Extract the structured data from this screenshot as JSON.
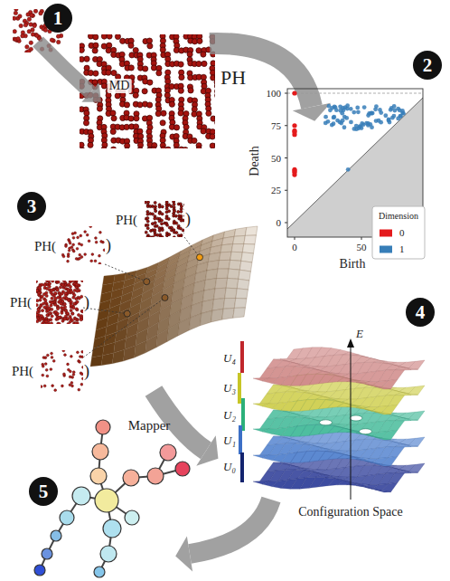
{
  "diagram": {
    "nodes": [
      {
        "text": [
          "1"
        ]
      },
      {
        "text": [
          "2"
        ]
      },
      {
        "text": [
          "3"
        ]
      },
      {
        "text": [
          "4"
        ]
      },
      {
        "text": [
          "5"
        ]
      }
    ],
    "labels": [
      "MD",
      "PH",
      "100",
      "75",
      "50",
      "25",
      "0",
      "0",
      "50",
      "Death",
      "Birth",
      "Dimension",
      "PH(",
      ")",
      "PH(",
      ")",
      "PH(",
      ")",
      "PH(",
      ")",
      "Mapper",
      "U₄",
      "U₃",
      "U₂",
      "U₁",
      "U₀",
      "E",
      "Configuration Space"
    ],
    "legend": [
      {
        "text": "0",
        "color": "#e41a1c"
      },
      {
        "text": "1",
        "color": "#377eb8"
      }
    ]
  }
}
